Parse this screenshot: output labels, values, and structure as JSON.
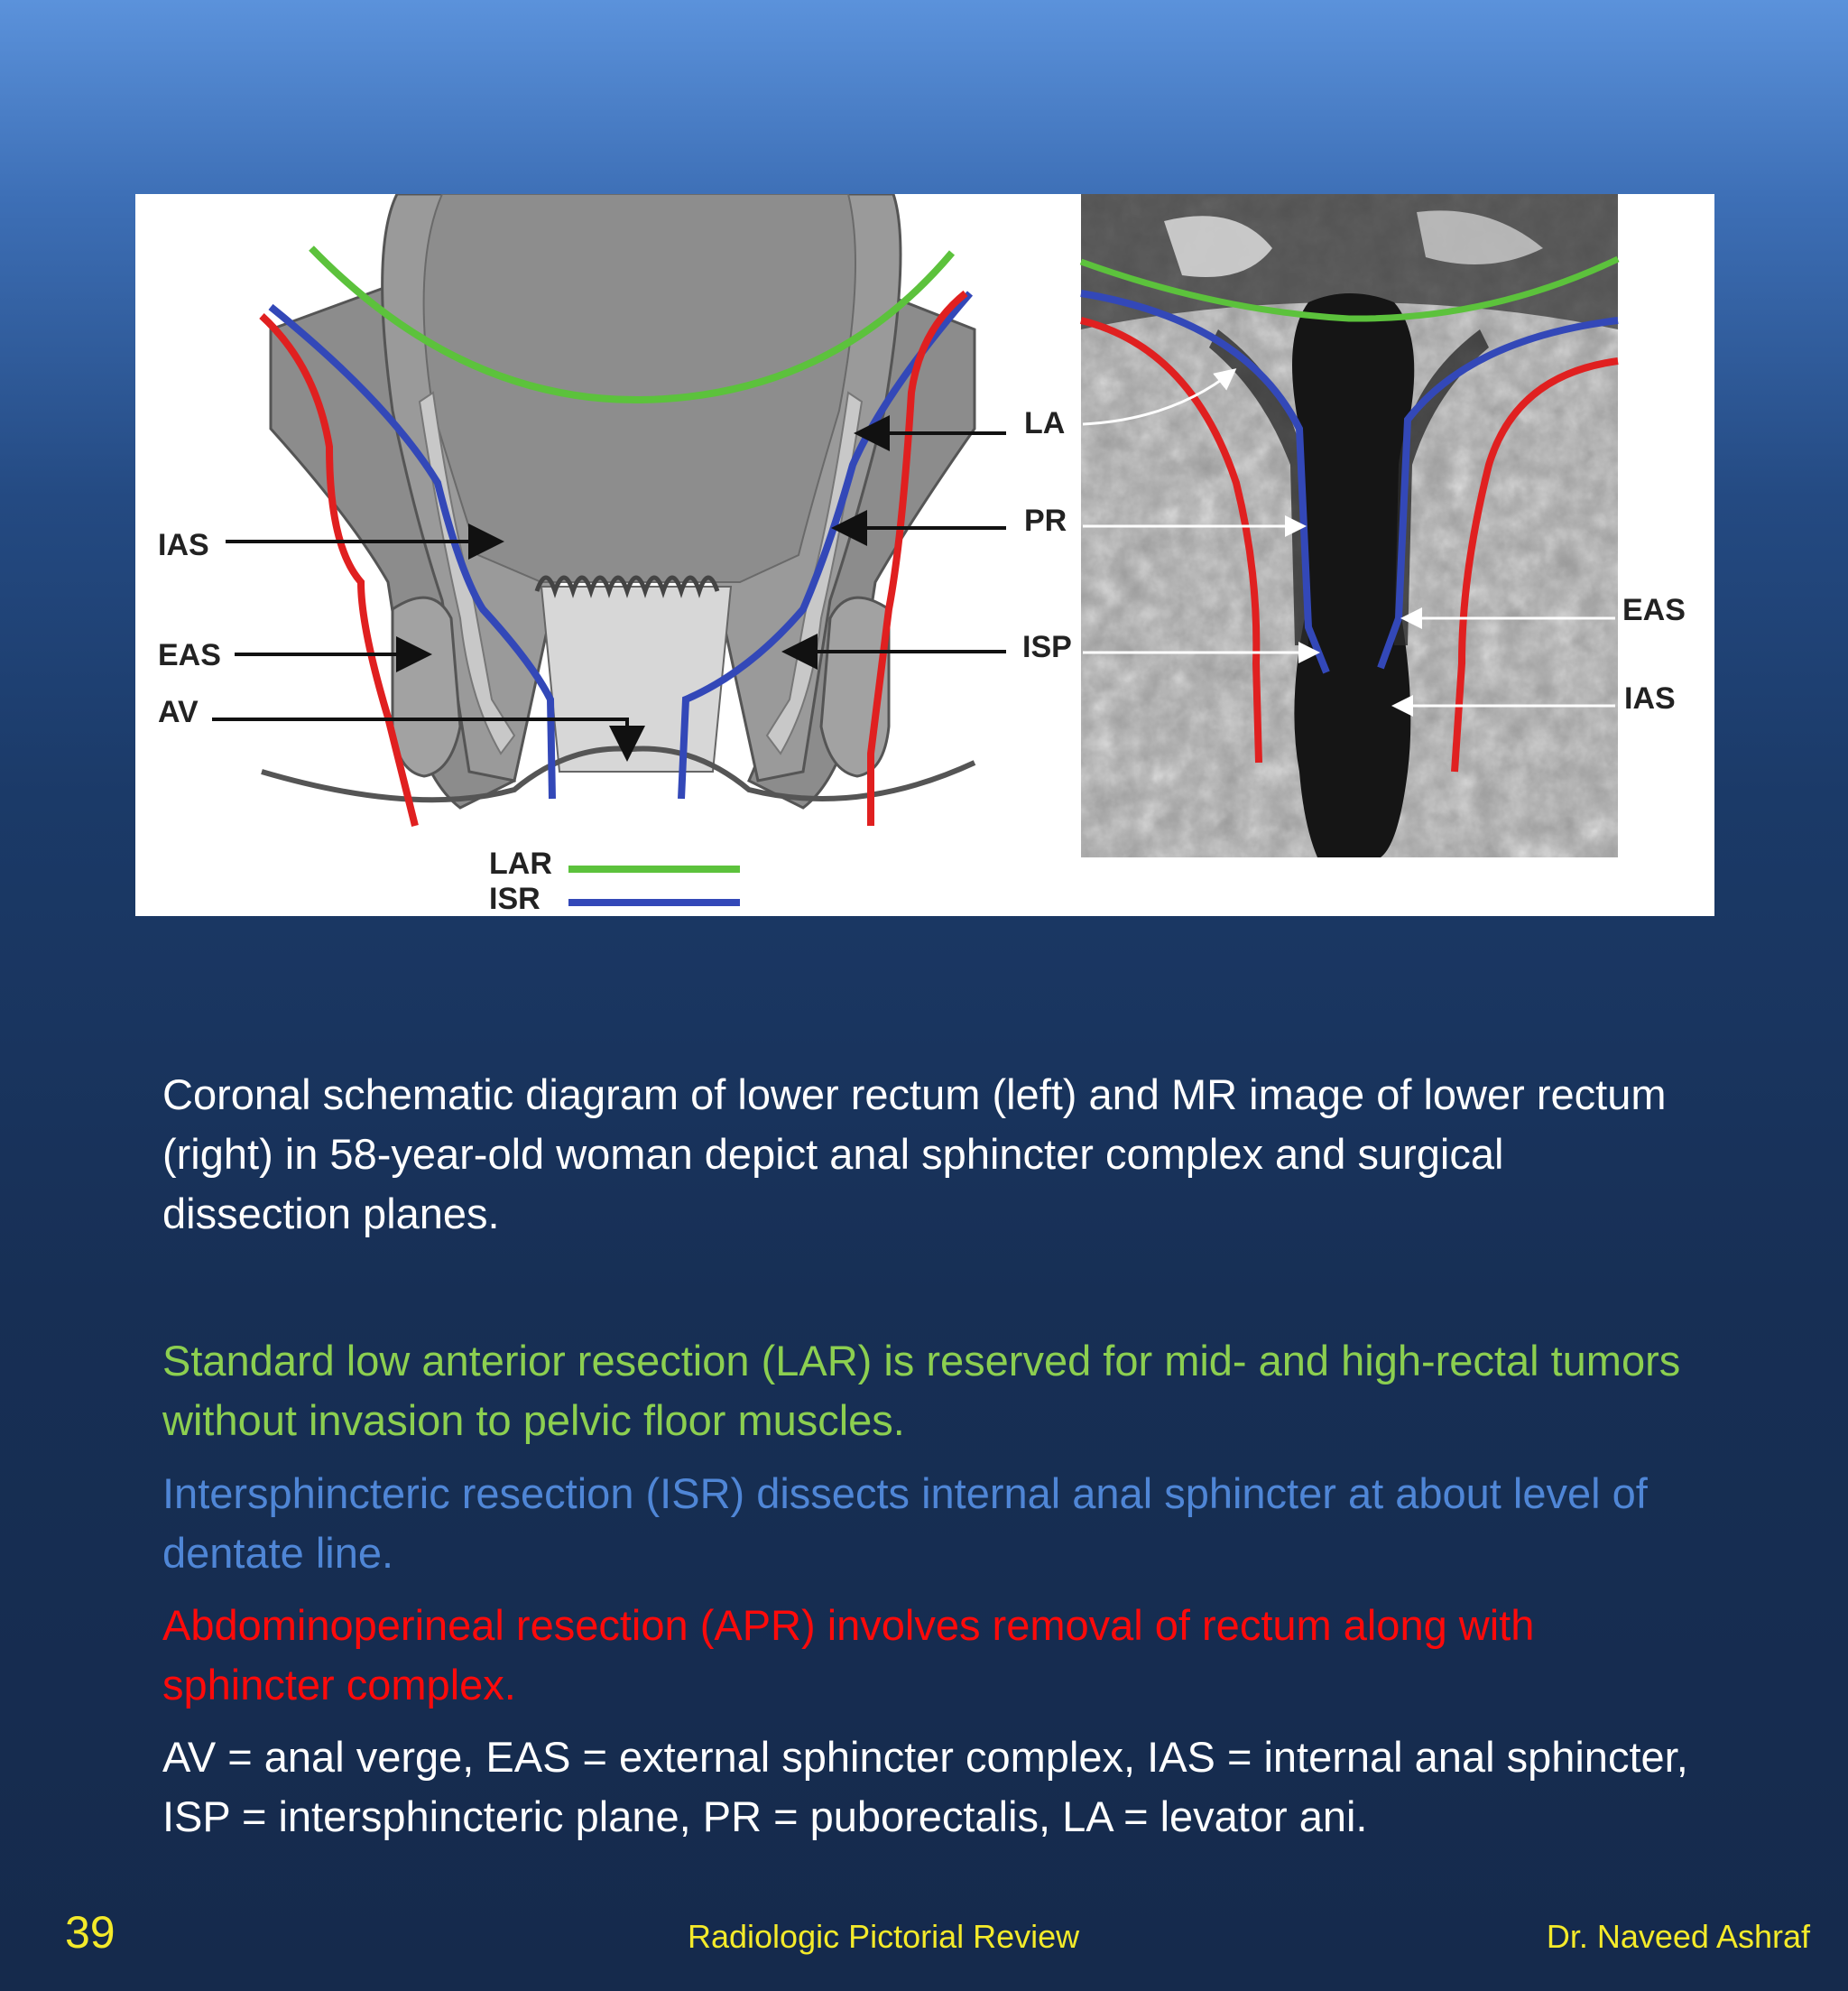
{
  "figure": {
    "left_labels": {
      "ias": "IAS",
      "eas": "EAS",
      "av": "AV"
    },
    "center_labels": {
      "la": "LA",
      "pr": "PR",
      "isp": "ISP"
    },
    "right_labels": {
      "eas": "EAS",
      "ias": "IAS"
    },
    "legend": [
      {
        "label": "LAR",
        "color": "#5cc23c"
      },
      {
        "label": "ISR",
        "color": "#3348b8"
      }
    ],
    "colors": {
      "lar_plane": "#5cc23c",
      "isr_plane": "#3348b8",
      "apr_plane": "#e02020",
      "tissue": "#8c8c8c"
    }
  },
  "captions": {
    "description": "Coronal schematic diagram of lower rectum (left) and MR image of lower rectum (right) in 58-year-old woman depict anal sphincter complex and surgical dissection planes.",
    "lar": "Standard low anterior resection (LAR) is reserved for mid- and high-rectal tumors without invasion to pelvic floor muscles.",
    "isr": "Intersphincteric resection (ISR) dissects internal anal sphincter at about level of dentate line.",
    "apr": "Abdominoperineal resection (APR) involves removal of rectum along with sphincter complex.",
    "abbreviations": "AV = anal verge, EAS = external sphincter complex, IAS = internal anal sphincter, ISP = intersphincteric plane, PR = puborectalis, LA = levator ani."
  },
  "caption_colors": {
    "description": "#ffffff",
    "lar": "#8ccf50",
    "isr": "#4f86d6",
    "apr": "#ff0a0a",
    "abbreviations": "#ffffff"
  },
  "footer": {
    "slide_number": "39",
    "title": "Radiologic Pictorial Review",
    "author": "Dr. Naveed Ashraf"
  }
}
